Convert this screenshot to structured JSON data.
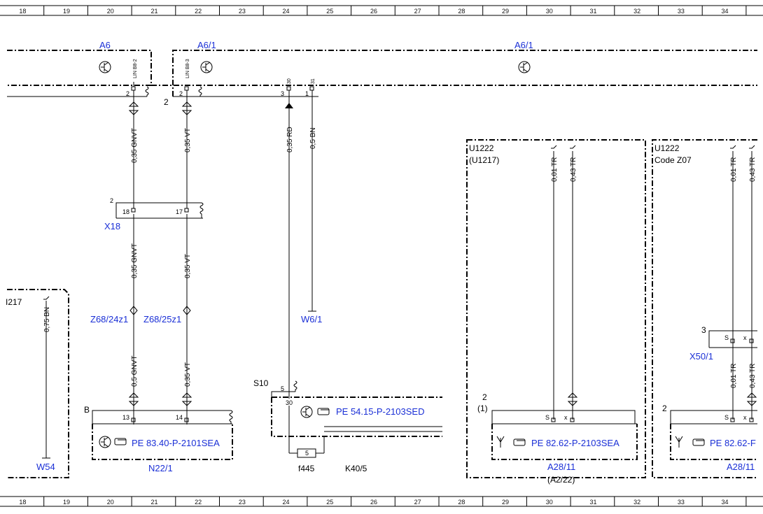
{
  "grid": {
    "columns": [
      "18",
      "19",
      "20",
      "21",
      "22",
      "23",
      "24",
      "25",
      "26",
      "27",
      "28",
      "29",
      "30",
      "31",
      "32",
      "33",
      "34"
    ]
  },
  "modules": {
    "a6": "A6",
    "a6_1_left": "A6/1",
    "a6_1_right": "A6/1",
    "x18": "X18",
    "z68_24": "Z68/24z1",
    "z68_25": "Z68/25z1",
    "w6_1": "W6/1",
    "w54": "W54",
    "n22_1": "N22/1",
    "s10": "S10",
    "k40_5": "K40/5",
    "f445": "f445",
    "a28_11_a": "A28/11",
    "a28_11_a_sub": "(A2/22)",
    "a28_11_b": "A28/11",
    "x50_1": "X50/1",
    "u1222_a": "U1222",
    "u1222_a_sub": "(U1217)",
    "u1222_b": "U1222",
    "u1222_b_sub": "Code Z07",
    "u1217_partial": "I217"
  },
  "refs": {
    "pe_83": "PE 83.40-P-2101SEA",
    "pe_54": "PE 54.15-P-2103SED",
    "pe_82_a": "PE 82.62-P-2103SEA",
    "pe_82_b": "PE 82.62-F"
  },
  "wires": {
    "w1_top": "0,35 GNVT",
    "w1_mid": "0,35 GNVT",
    "w1_bot": "0,5 GNVT",
    "w2_top": "0,35 VT",
    "w2_mid": "0,35 VT",
    "w2_bot": "0,35 VT",
    "w3": "0,35 RD",
    "w4": "0,5 BN",
    "w5": "0,75 BN",
    "w6": "0,01 TR",
    "w7": "0,43 TR",
    "w8": "0,01 TR",
    "w9": "0,43 TR",
    "w10": "0,01 TR",
    "w11": "0,43 TR"
  },
  "pins": {
    "lin_b8_2": "LIN B8-2",
    "lin_b8_3": "LIN B8-3",
    "p30": "30",
    "p31": "31",
    "a6_p2": "2",
    "a61_p2": "2",
    "a61_p3": "3",
    "a61_p1": "1",
    "a61_outer2": "2",
    "x18_num": "2",
    "x18_p18": "18",
    "x18_p17": "17",
    "n22_B": "B",
    "n22_p13": "13",
    "n22_p14": "14",
    "s10_p5": "5",
    "s10_p30": "30",
    "f445_5": "5",
    "a28a_2": "2",
    "a28a_1": "(1)",
    "a28a_s": "S",
    "a28a_x": "x",
    "x50_3": "3",
    "x50_s": "S",
    "x50_x": "x",
    "a28b_2": "2",
    "a28b_s": "S",
    "a28b_x": "x"
  }
}
